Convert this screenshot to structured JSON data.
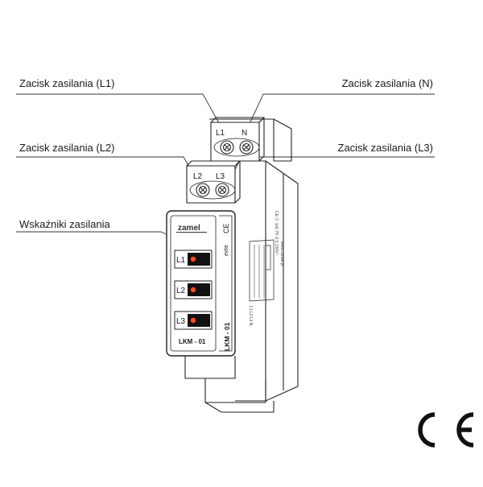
{
  "callouts": {
    "l1": "Zacisk zasilania (L1)",
    "n": "Zacisk zasilania (N)",
    "l2": "Zacisk zasilania (L2)",
    "l3": "Zacisk zasilania (L3)",
    "indicators": "Wskaźniki zasilania"
  },
  "device": {
    "brand": "zamel",
    "model_side": "LKM - 01",
    "model_front": "LKM - 01",
    "terminal_top_left": "L1",
    "terminal_top_right": "N",
    "terminal_bottom_left": "L2",
    "terminal_bottom_right": "L3",
    "led_labels": [
      "L1",
      "L2",
      "L3"
    ],
    "exta": "exta",
    "ce_small": "CE"
  },
  "marks": {
    "ce": "CE"
  },
  "colors": {
    "line": "#222222",
    "led": "#ff4a1c",
    "led_window": "#111111"
  }
}
